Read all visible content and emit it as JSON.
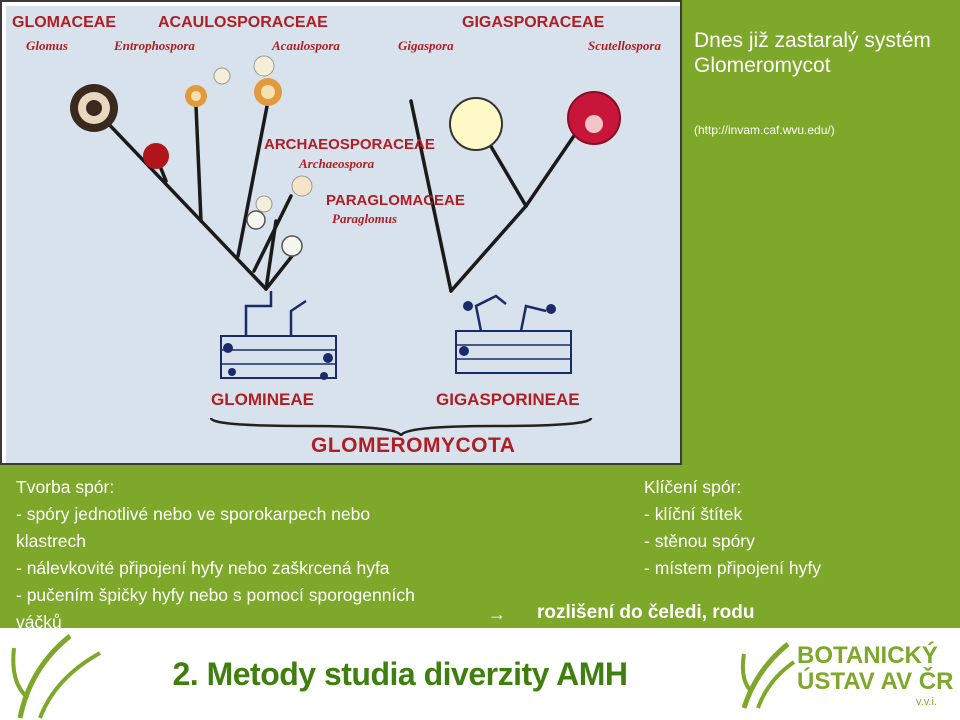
{
  "figure": {
    "families": {
      "glomaceae": "GLOMACEAE",
      "acaulosporaceae": "ACAULOSPORACEAE",
      "gigasporaceae": "GIGASPORACEAE",
      "archaeosporaceae": "ARCHAEOSPORACEAE",
      "paraglomaceae": "PARAGLOMACEAE"
    },
    "genera": {
      "glomus": "Glomus",
      "entrophospora": "Entrophospora",
      "acaulospora": "Acaulospora",
      "gigaspora": "Gigaspora",
      "scutellospora": "Scutellospora",
      "archaeospora": "Archaeospora",
      "paraglomus": "Paraglomus"
    },
    "suborders": {
      "glomineae": "GLOMINEAE",
      "gigasporineae": "GIGASPORINEAE"
    },
    "phylum": "GLOMEROMYCOTA"
  },
  "side": {
    "title": "Dnes již zastaralý systém Glomeromycot",
    "url": "(http://invam.caf.wvu.edu/)"
  },
  "tvorba": {
    "heading": "Tvorba spór:",
    "line1": "- spóry jednotlivé nebo ve sporokarpech nebo",
    "line2": "klastrech",
    "line3": "- nálevkovité připojení hyfy nebo zaškrcená hyfa",
    "line4": "- pučením špičky hyfy nebo s pomocí sporogenních",
    "line5": "váčků"
  },
  "kliceni": {
    "heading": "Klíčení spór:",
    "line1": "- klíční štítek",
    "line2": "- stěnou spóry",
    "line3": "- místem připojení hyfy"
  },
  "conclusion": {
    "arrow": "→",
    "text": "rozlišení do čeledi, rodu"
  },
  "footer": {
    "title": "2. Metody studia diverzity AMH",
    "logo_line1": "BOTANICKÝ",
    "logo_line2": "ÚSTAV AV ČR",
    "logo_line3": "v.v.i."
  },
  "colors": {
    "slide_green": "#7da82a",
    "footer_green": "#3f7f0d",
    "label_red": "#b01e24"
  }
}
